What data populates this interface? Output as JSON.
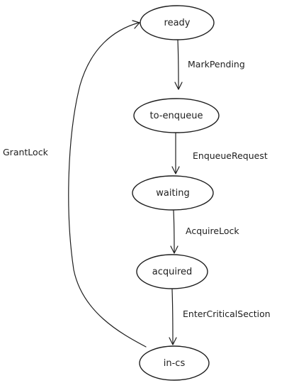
{
  "nodes": {
    "ready": "ready",
    "to_enqueue": "to-enqueue",
    "waiting": "waiting",
    "acquired": "acquired",
    "in_cs": "in-cs"
  },
  "edges": {
    "mark_pending": "MarkPending",
    "enqueue_request": "EnqueueRequest",
    "acquire_lock": "AcquireLock",
    "enter_critical_section": "EnterCriticalSection",
    "grant_lock": "GrantLock"
  }
}
